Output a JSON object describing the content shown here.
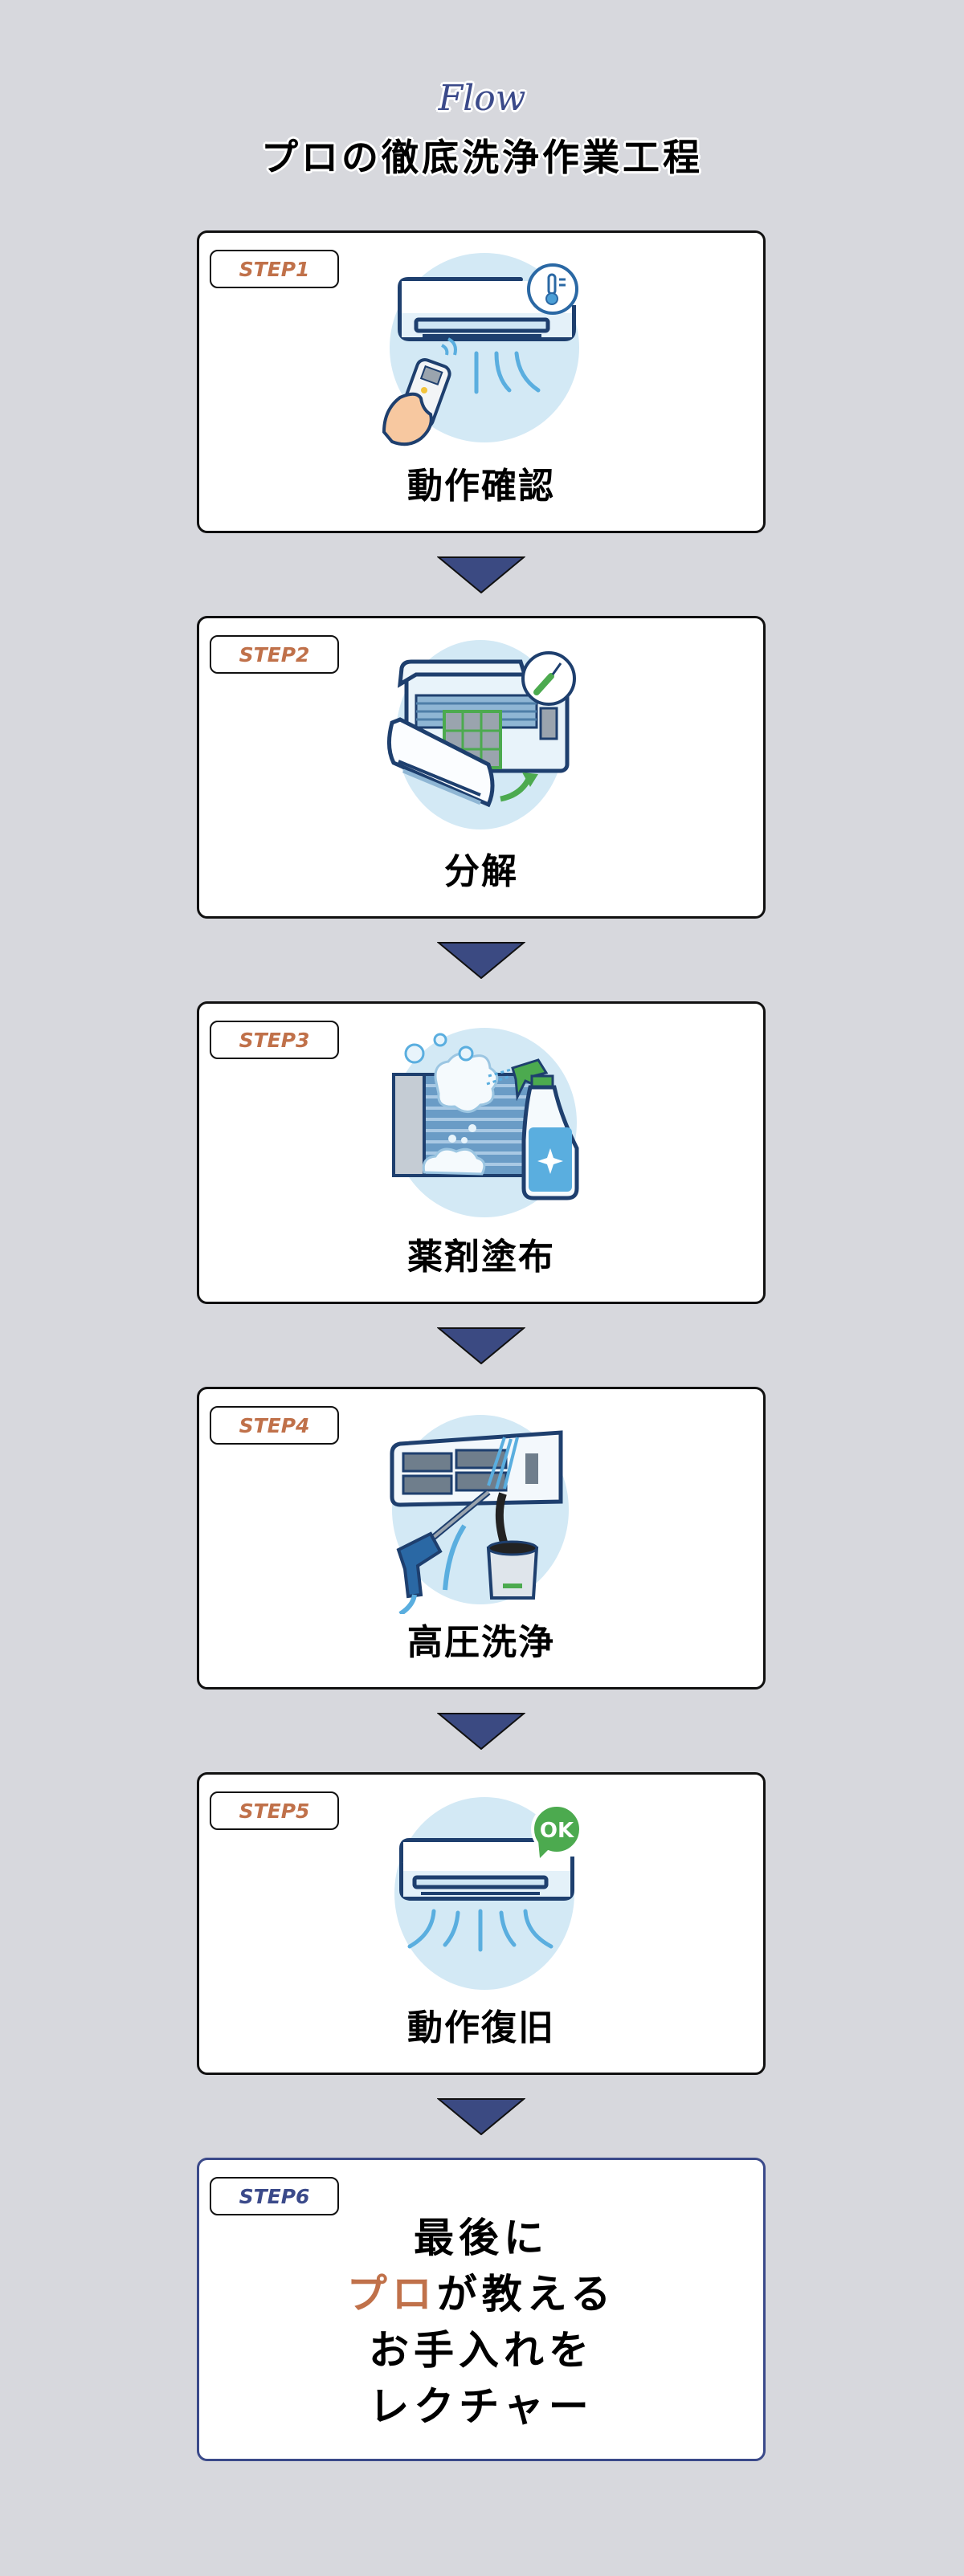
{
  "header": {
    "eyebrow": "Flow",
    "title": "プロの徹底洗浄作業工程"
  },
  "colors": {
    "background": "#d7d8dd",
    "navy": "#3b4a8a",
    "accent": "#c0714a",
    "illustration_circle": "#d3e9f5",
    "illustration_line": "#1e3f6e",
    "green": "#4caa4f"
  },
  "steps": [
    {
      "badge": "STEP1",
      "title": "動作確認",
      "icon": "ac-remote-thermometer"
    },
    {
      "badge": "STEP2",
      "title": "分解",
      "icon": "ac-disassembly-screwdriver"
    },
    {
      "badge": "STEP3",
      "title": "薬剤塗布",
      "icon": "spray-bottle-foam"
    },
    {
      "badge": "STEP4",
      "title": "高圧洗浄",
      "icon": "pressure-washer-bucket"
    },
    {
      "badge": "STEP5",
      "title": "動作復旧",
      "icon": "ac-ok-bubble"
    }
  ],
  "final_step": {
    "badge": "STEP6",
    "lines": [
      {
        "accent": "",
        "text": "最後に"
      },
      {
        "accent": "プロ",
        "text": "が教える"
      },
      {
        "accent": "",
        "text": "お手入れを"
      },
      {
        "accent": "",
        "text": "レクチャー"
      }
    ]
  },
  "illustration_text": {
    "ok_bubble": "OK"
  }
}
